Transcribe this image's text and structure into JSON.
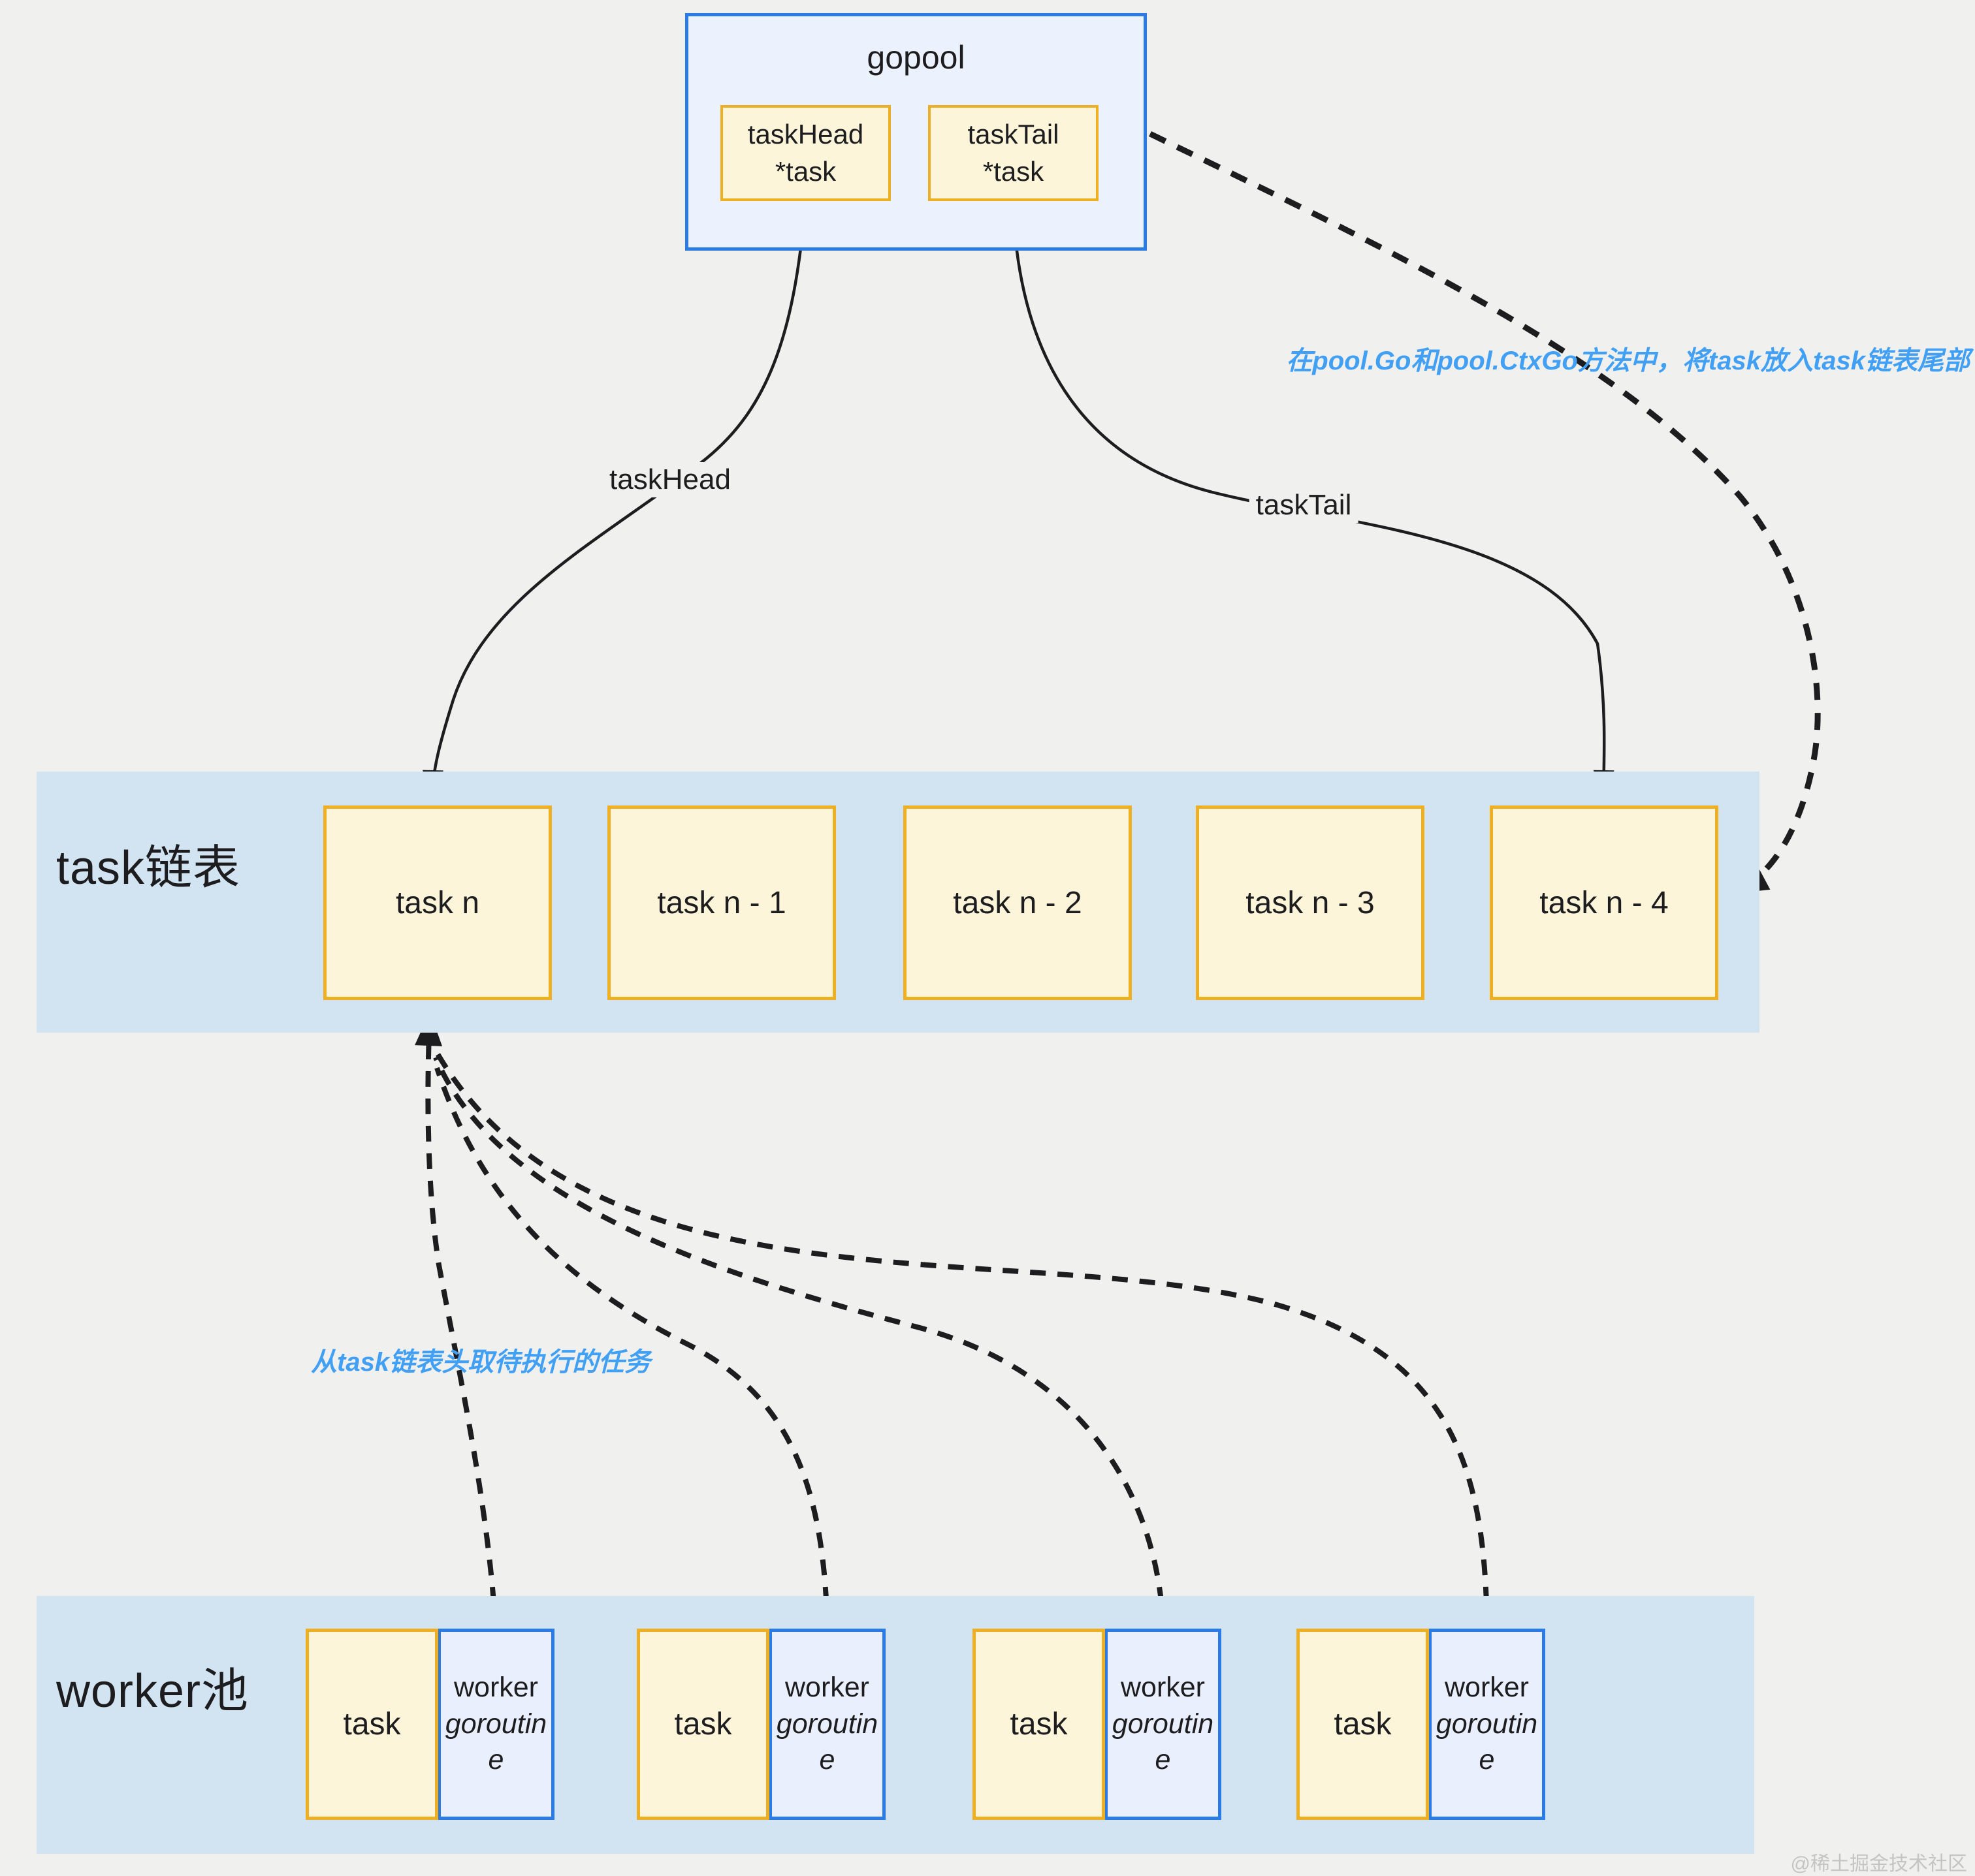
{
  "colors": {
    "page_background": "#f0f0ef",
    "band_fill": "#d2e3f2",
    "struct_fill": "#ecf2fd",
    "blue_border": "#2b7be6",
    "yellow_fill": "#fdf5da",
    "yellow_border": "#eeb022",
    "worker_fill": "#e9effc",
    "annotation_blue": "#41a0f4",
    "line_ink": "#1d1d1f"
  },
  "gopool": {
    "title": "gopool",
    "fields": [
      {
        "name": "taskHead",
        "type": "*task"
      },
      {
        "name": "taskTail",
        "type": "*task"
      }
    ]
  },
  "edges": {
    "task_head_label": "taskHead",
    "task_tail_label": "taskTail"
  },
  "annotations": {
    "enqueue": "在pool.Go和pool.CtxGo方法中，将task放入task链表尾部",
    "dequeue": "从task链表头取待执行的任务"
  },
  "task_list": {
    "title": "task链表",
    "nodes": [
      "task n",
      "task n - 1",
      "task n - 2",
      "task n - 3",
      "task n - 4"
    ]
  },
  "worker_pool": {
    "title": "worker池",
    "workers": [
      {
        "task": "task",
        "worker": "worker",
        "goroutine": "goroutine"
      },
      {
        "task": "task",
        "worker": "worker",
        "goroutine": "goroutine"
      },
      {
        "task": "task",
        "worker": "worker",
        "goroutine": "goroutine"
      },
      {
        "task": "task",
        "worker": "worker",
        "goroutine": "goroutine"
      }
    ]
  },
  "watermark": "@稀土掘金技术社区"
}
